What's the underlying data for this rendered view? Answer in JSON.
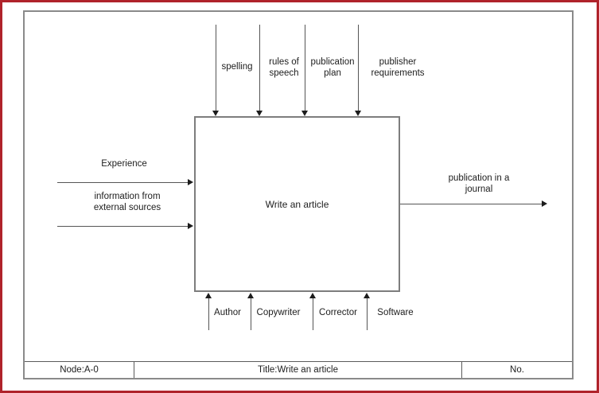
{
  "diagram": {
    "function_box": {
      "label": "Write an article"
    },
    "controls": [
      {
        "label": "spelling"
      },
      {
        "label": "rules of\nspeech"
      },
      {
        "label": "publication\nplan"
      },
      {
        "label": "publisher\nrequirements"
      }
    ],
    "inputs": [
      {
        "label": "Experience"
      },
      {
        "label": "information from\nexternal sources"
      }
    ],
    "outputs": [
      {
        "label": "publication in a\njournal"
      }
    ],
    "mechanisms": [
      {
        "label": "Author"
      },
      {
        "label": "Copywriter"
      },
      {
        "label": "Corrector"
      },
      {
        "label": "Software"
      }
    ],
    "footer": {
      "node": "Node:A-0",
      "title": "Title:Write an article",
      "number": "No."
    },
    "colors": {
      "page_border": "#b0232b",
      "frame_line": "#8a8a8a",
      "arrow_line": "#555555",
      "text": "#202020"
    }
  }
}
